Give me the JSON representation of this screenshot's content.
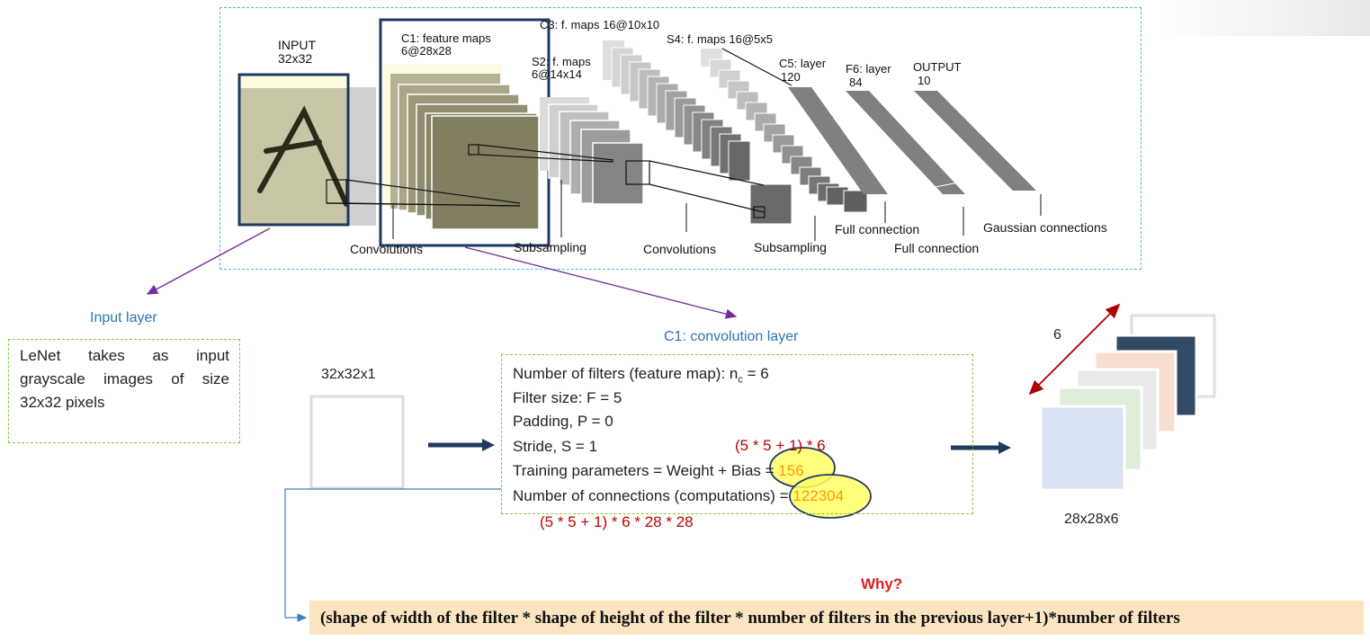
{
  "diagram": {
    "input_label": "INPUT",
    "input_size": "32x32",
    "c1_label": "C1: feature maps",
    "c1_size": "6@28x28",
    "s2_label": "S2: f. maps",
    "s2_size": "6@14x14",
    "c3_label": "C3: f. maps 16@10x10",
    "s4_label": "S4: f. maps 16@5x5",
    "c5_label": "C5: layer",
    "c5_size": "120",
    "f6_label": "F6: layer",
    "f6_size": "84",
    "output_label": "OUTPUT",
    "output_size": "10",
    "stage_labels": {
      "convolutions_1": "Convolutions",
      "subsampling_1": "Subsampling",
      "convolutions_2": "Convolutions",
      "subsampling_2": "Subsampling",
      "full_connection_1": "Full connection",
      "full_connection_2": "Full connection",
      "gaussian_connections": "Gaussian connections"
    }
  },
  "input_layer": {
    "title": "Input layer",
    "description_lines": [
      "LeNet takes as input",
      "grayscale images of size",
      "32x32 pixels"
    ]
  },
  "input_dim": "32x32x1",
  "c1_layer": {
    "title": "C1: convolution layer",
    "filters_text": "Number of filters (feature map): n",
    "filters_sub": "c",
    "filters_value": " = 6",
    "filter_size": "Filter size: F = 5",
    "padding": "Padding, P = 0",
    "stride": "Stride, S = 1",
    "training_params_label": "Training parameters = Weight + Bias = ",
    "training_params_value": "156",
    "connections_label": "Number of connections (computations) = ",
    "connections_value": "122304",
    "params_formula": "(5 * 5 + 1) * 6",
    "connections_formula": "(5 * 5 + 1) * 6 * 28 * 28"
  },
  "output_volume": {
    "depth": "6",
    "dim": "28x28x6"
  },
  "why_label": "Why?",
  "formula": "(shape of width of the filter * shape of height of the filter * number of filters in the previous layer+1)*number of filters",
  "colors": {
    "frame": "#55b8d0",
    "title_blue": "#2e74b5",
    "note_red": "#c00000",
    "highlight_orange": "#ff9900",
    "formula_bg": "#fbe5c0",
    "arrow_purple": "#7030a0",
    "arrow_navy": "#1f3a5f"
  }
}
